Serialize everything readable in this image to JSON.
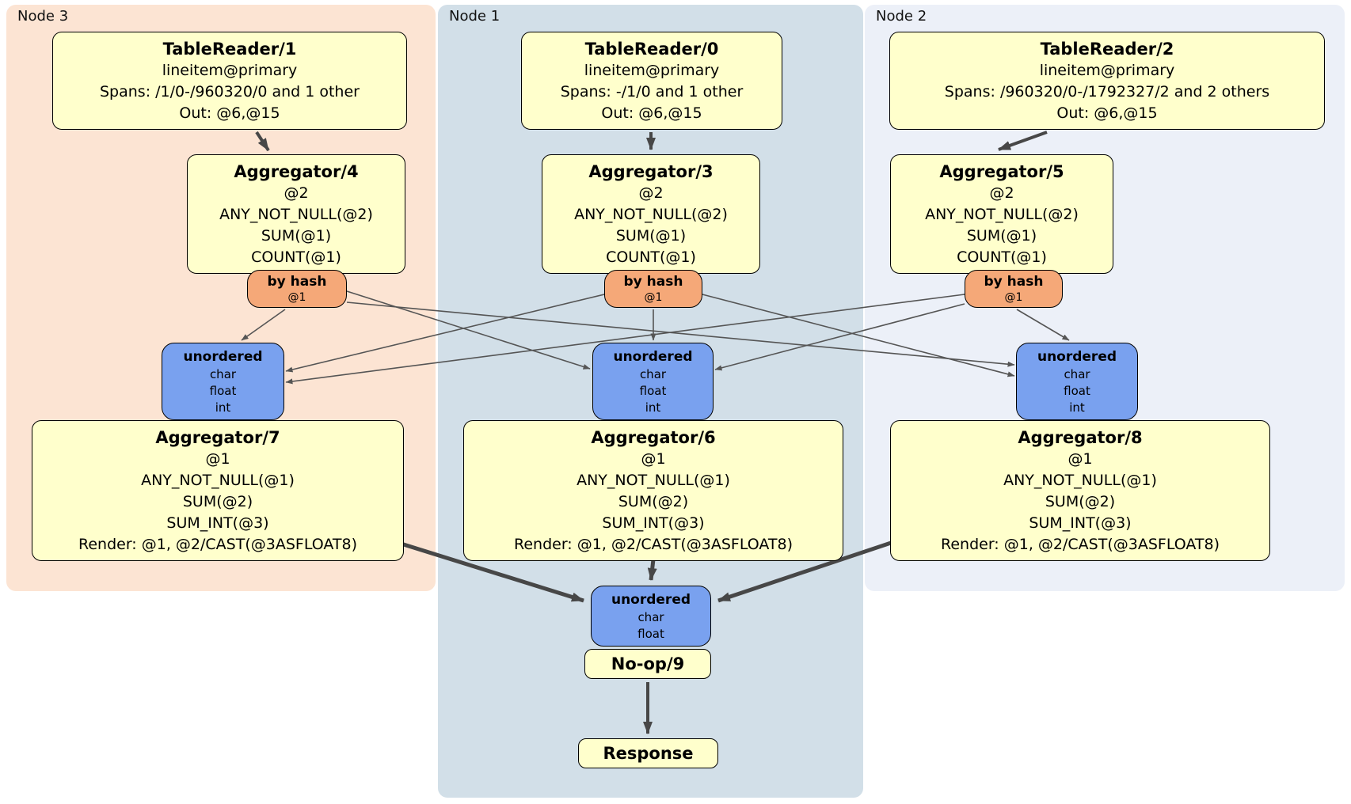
{
  "panels": {
    "node3": {
      "label": "Node 3"
    },
    "node1": {
      "label": "Node 1"
    },
    "node2": {
      "label": "Node 2"
    }
  },
  "boxes": {
    "tr1": {
      "title": "TableReader/1",
      "lines": [
        "lineitem@primary",
        "Spans: /1/0-/960320/0 and 1 other",
        "Out: @6,@15"
      ]
    },
    "tr0": {
      "title": "TableReader/0",
      "lines": [
        "lineitem@primary",
        "Spans: -/1/0 and 1 other",
        "Out: @6,@15"
      ]
    },
    "tr2": {
      "title": "TableReader/2",
      "lines": [
        "lineitem@primary",
        "Spans: /960320/0-/1792327/2 and 2 others",
        "Out: @6,@15"
      ]
    },
    "agg4": {
      "title": "Aggregator/4",
      "lines": [
        "@2",
        "ANY_NOT_NULL(@2)",
        "SUM(@1)",
        "COUNT(@1)"
      ]
    },
    "agg3": {
      "title": "Aggregator/3",
      "lines": [
        "@2",
        "ANY_NOT_NULL(@2)",
        "SUM(@1)",
        "COUNT(@1)"
      ]
    },
    "agg5": {
      "title": "Aggregator/5",
      "lines": [
        "@2",
        "ANY_NOT_NULL(@2)",
        "SUM(@1)",
        "COUNT(@1)"
      ]
    },
    "hash3": {
      "title": "by hash",
      "lines": [
        "@1"
      ]
    },
    "hash1": {
      "title": "by hash",
      "lines": [
        "@1"
      ]
    },
    "hash2": {
      "title": "by hash",
      "lines": [
        "@1"
      ]
    },
    "un3": {
      "title": "unordered",
      "lines": [
        "char",
        "float",
        "int"
      ]
    },
    "un1": {
      "title": "unordered",
      "lines": [
        "char",
        "float",
        "int"
      ]
    },
    "un2": {
      "title": "unordered",
      "lines": [
        "char",
        "float",
        "int"
      ]
    },
    "agg7": {
      "title": "Aggregator/7",
      "lines": [
        "@1",
        "ANY_NOT_NULL(@1)",
        "SUM(@2)",
        "SUM_INT(@3)",
        "Render: @1, @2/CAST(@3ASFLOAT8)"
      ]
    },
    "agg6": {
      "title": "Aggregator/6",
      "lines": [
        "@1",
        "ANY_NOT_NULL(@1)",
        "SUM(@2)",
        "SUM_INT(@3)",
        "Render: @1, @2/CAST(@3ASFLOAT8)"
      ]
    },
    "agg8": {
      "title": "Aggregator/8",
      "lines": [
        "@1",
        "ANY_NOT_NULL(@1)",
        "SUM(@2)",
        "SUM_INT(@3)",
        "Render: @1, @2/CAST(@3ASFLOAT8)"
      ]
    },
    "unfinal": {
      "title": "unordered",
      "lines": [
        "char",
        "float"
      ]
    },
    "noop": {
      "title": "No-op/9"
    },
    "response": {
      "title": "Response"
    }
  },
  "colors": {
    "node3_bg": "#fce4d3",
    "node1_bg": "#d2dfe8",
    "node2_bg": "#ecf0f8",
    "processor_bg": "#ffffcc",
    "router_bg": "#f5a878",
    "sync_bg": "#79a1ef",
    "edge": "#474747"
  }
}
